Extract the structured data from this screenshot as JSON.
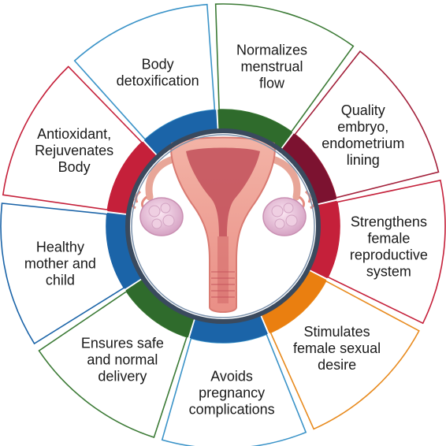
{
  "benefits": [
    {
      "lines": [
        "Body",
        "detoxification"
      ],
      "card_color": "#3a93c8",
      "ring_color": "#1b64a8"
    },
    {
      "lines": [
        "Normalizes",
        "menstrual",
        "flow"
      ],
      "card_color": "#3b7a35",
      "ring_color": "#2f6b2c"
    },
    {
      "lines": [
        "Quality",
        "embryo,",
        "endometrium",
        "lining"
      ],
      "card_color": "#a3203a",
      "ring_color": "#7c1230"
    },
    {
      "lines": [
        "Strengthens",
        "female",
        "reproductive",
        "system"
      ],
      "card_color": "#c5203a",
      "ring_color": "#c5203a"
    },
    {
      "lines": [
        "Stimulates",
        "female sexual",
        "desire"
      ],
      "card_color": "#e88a1d",
      "ring_color": "#ea7f10"
    },
    {
      "lines": [
        "Avoids",
        "pregnancy",
        "complications"
      ],
      "card_color": "#3a93c8",
      "ring_color": "#1b64a8"
    },
    {
      "lines": [
        "Ensures safe",
        "and normal",
        "delivery"
      ],
      "card_color": "#3b7a35",
      "ring_color": "#2f6b2c"
    },
    {
      "lines": [
        "Healthy",
        "mother and",
        "child"
      ],
      "card_color": "#1b64a8",
      "ring_color": "#1b64a8"
    },
    {
      "lines": [
        "Antioxidant,",
        "Rejuvenates",
        "Body"
      ],
      "card_color": "#c5203a",
      "ring_color": "#c5203a"
    }
  ],
  "center_illustration": "uterus-illustration",
  "frame_color": "#3a4a5e"
}
